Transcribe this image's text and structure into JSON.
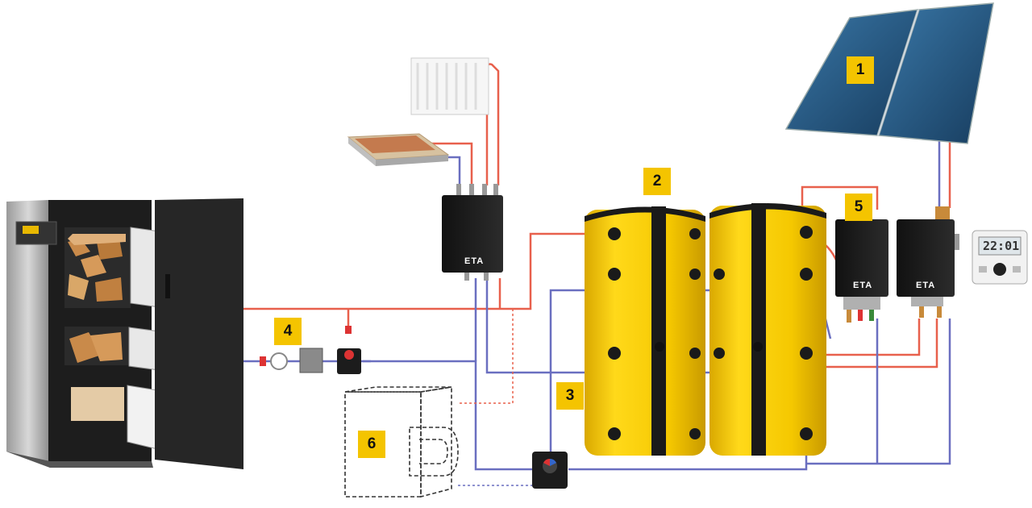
{
  "badges": [
    "1",
    "2",
    "3",
    "4",
    "5",
    "6"
  ],
  "brand": "ETA",
  "room_unit_display": "22:01",
  "colors": {
    "flow_pipe": "#e8604c",
    "return_pipe": "#6a6fc0",
    "tank_yellow": "#f5c800",
    "tank_stripe": "#1a1a1a",
    "badge": "#f4c400",
    "solar_panel": "#1f4f7a",
    "boiler_body": "#2a2a2a"
  },
  "components": [
    {
      "badge": "1",
      "icon": "solar-collector-icon"
    },
    {
      "badge": "2",
      "icon": "buffer-tank-icon"
    },
    {
      "badge": "3",
      "icon": "mixing-valve-icon"
    },
    {
      "badge": "4",
      "icon": "pump-group-icon"
    },
    {
      "badge": "5",
      "icon": "fresh-water-module-icon"
    },
    {
      "badge": "6",
      "icon": "optional-unit-icon"
    }
  ]
}
